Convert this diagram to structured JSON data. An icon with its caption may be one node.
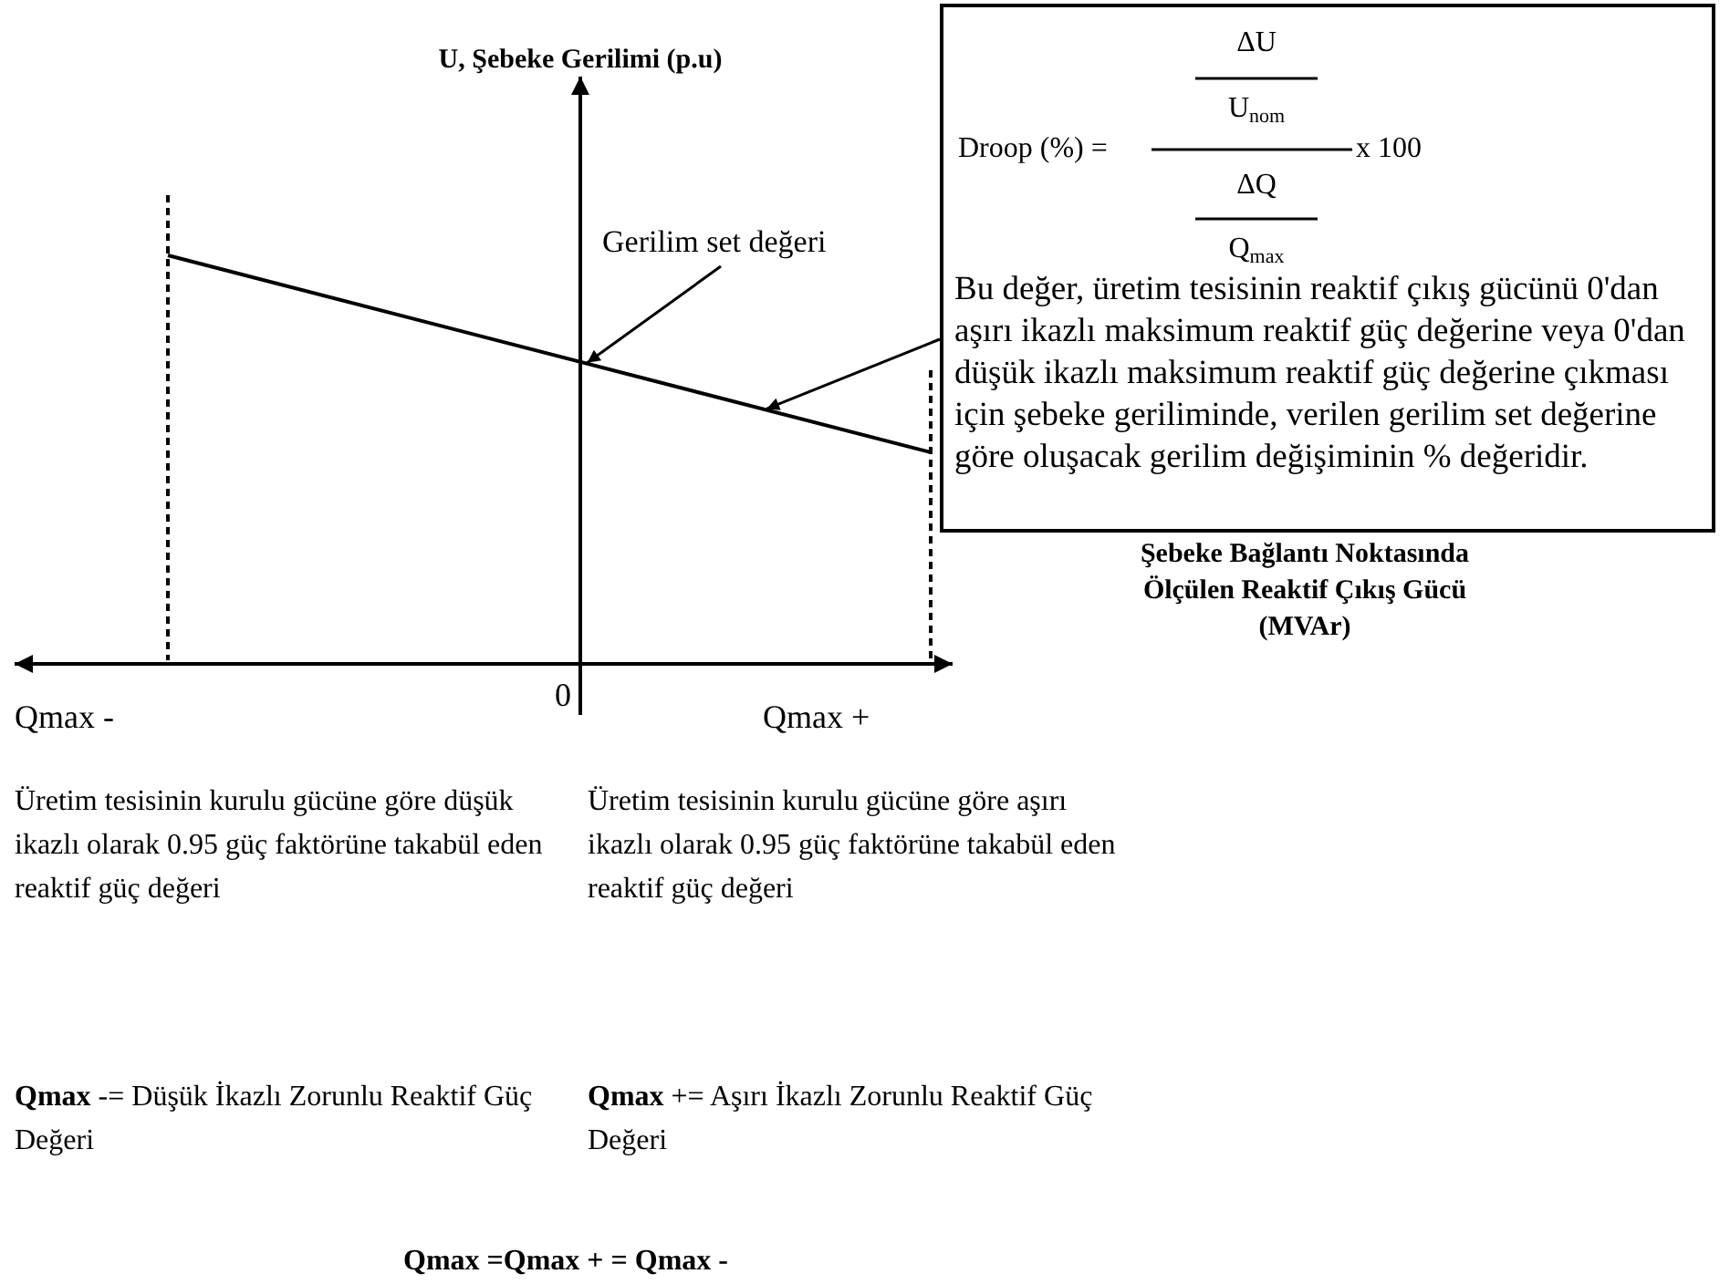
{
  "diagram": {
    "nodes": [
      {
        "text": [
          "Gerilim set değeri"
        ]
      },
      {
        "text": [],
        "shape": "line"
      },
      {
        "text": [
          "Droop (%) =",
          "ΔU",
          "U$_{nom}$",
          "ΔQ",
          "Q$_{max}$",
          "x 100",
          "Bu değer, üretim tesisinin reaktif çıkış gücünü 0'dan aşırı ikazlı maksimum reaktif güç değerine veya 0'dan düşük ikazlı maksimum reaktif güç değerine çıkması için şebeke geriliminde, verilen gerilim set değerine göre oluşacak gerilim değişiminin % değeridir."
        ]
      }
    ],
    "edges": [
      {
        "from": 0,
        "to": 1,
        "arrow": "to"
      },
      {
        "from": 2,
        "to": 1,
        "arrow": "to"
      }
    ],
    "labels": [
      "U, Şebeke Gerilimi (p.u)",
      "Şebeke Bağlantı Noktasında Ölçülen Reaktif Çıkış Gücü (MVAr)",
      "Qmax -",
      "0",
      "Qmax +",
      "Üretim tesisinin kurulu gücüne göre düşük ikazlı olarak 0.95 güç faktörüne takabül eden reaktif güç değeri",
      "Üretim tesisinin kurulu gücüne göre aşırı ikazlı olarak 0.95 güç faktörüne takabül eden reaktif güç değeri",
      "**Qmax** -= Düşük İkazlı Zorunlu Reaktif Güç Değeri",
      "**Qmax** += Aşırı İkazlı Zorunlu Reaktif Güç Değeri",
      "Qmax =Qmax + = Qmax -"
    ]
  }
}
